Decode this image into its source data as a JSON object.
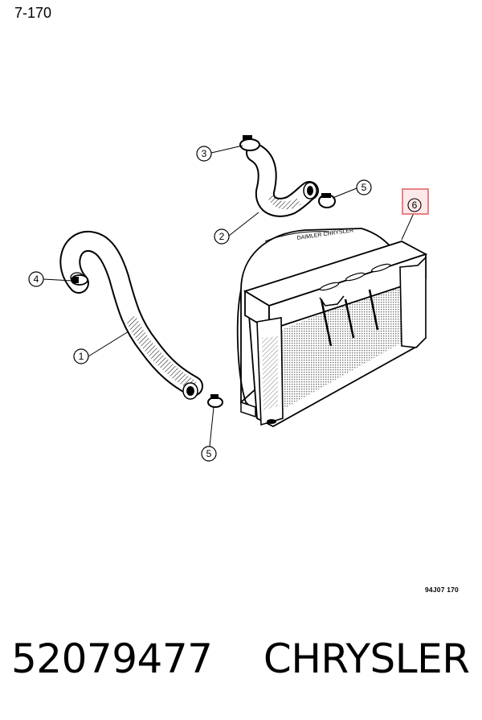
{
  "header": {
    "page_code": "7-170"
  },
  "diagram": {
    "callouts": {
      "c1": "1",
      "c2": "2",
      "c3": "3",
      "c4": "4",
      "c5a": "5",
      "c5b": "5",
      "c6": "6"
    },
    "radiator_emblem": "DAIMLER CHRYSLER",
    "highlight_color": "#e25a64",
    "illustration_code": "94J07 170"
  },
  "footer": {
    "part_number": "52079477",
    "brand": "CHRYSLER"
  }
}
